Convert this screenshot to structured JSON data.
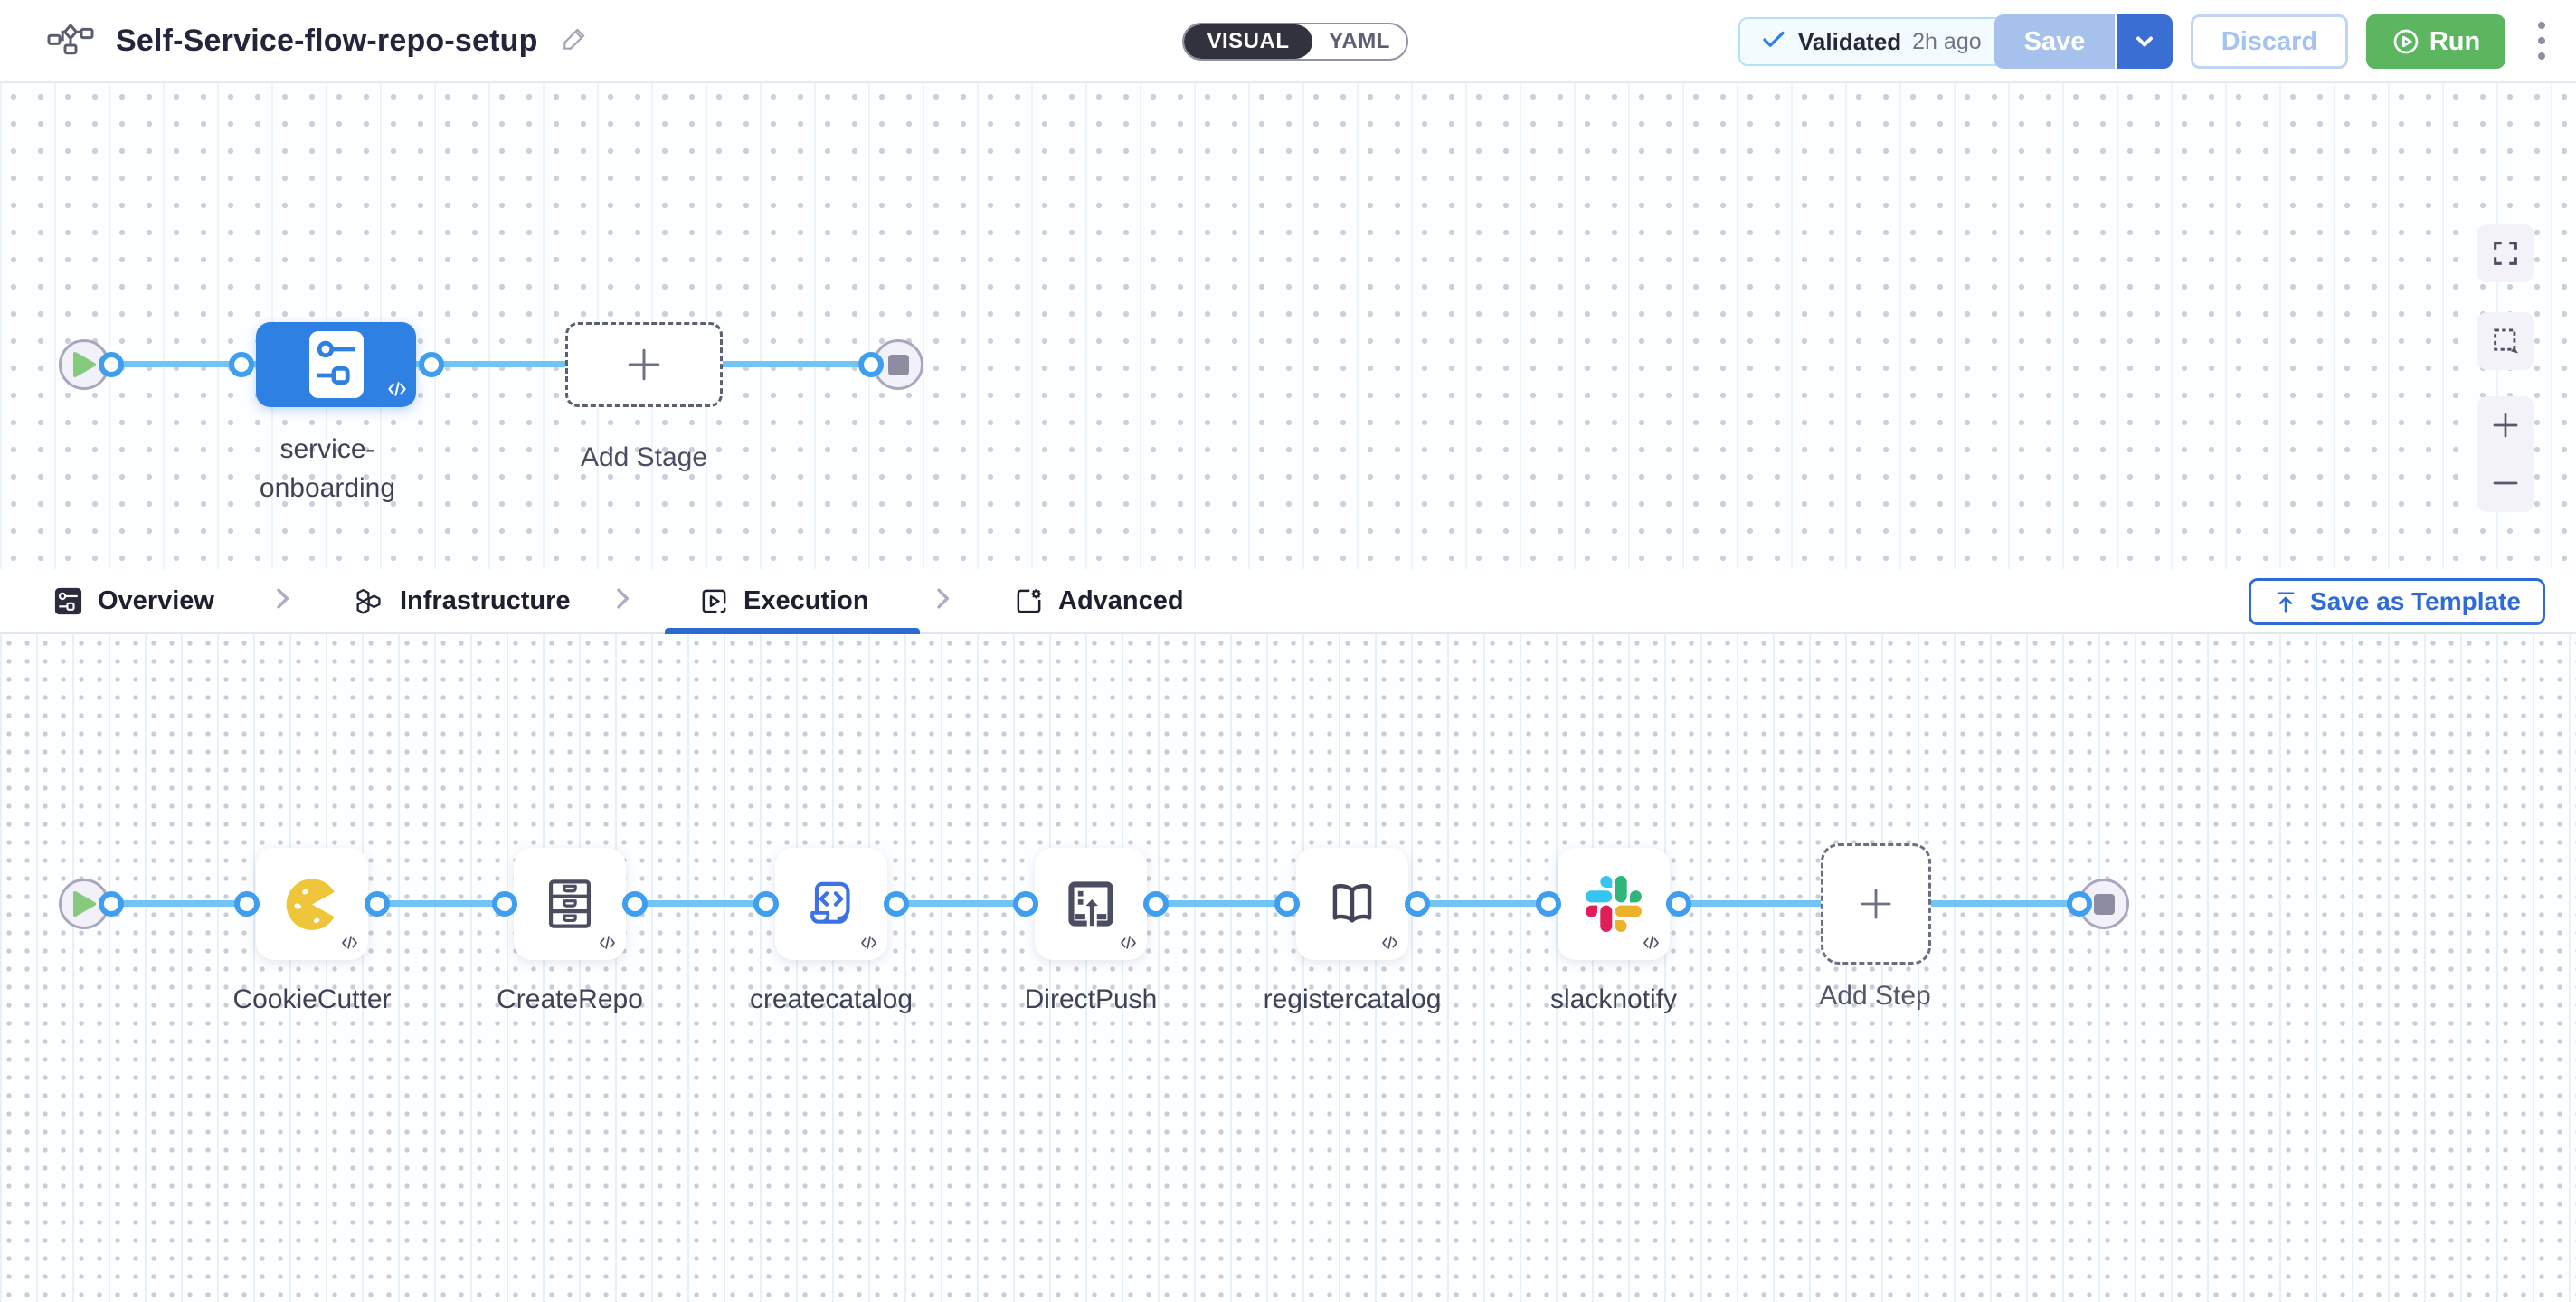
{
  "header": {
    "title": "Self-Service-flow-repo-setup",
    "mode_toggle": {
      "visual": "VISUAL",
      "yaml": "YAML"
    },
    "validation": {
      "label": "Validated",
      "time": "2h ago",
      "icon": "check-icon"
    },
    "actions": {
      "save": "Save",
      "discard": "Discard",
      "run": "Run"
    },
    "icons": {
      "pipeline": "flowchart-icon",
      "edit": "pencil-icon",
      "menu": "kebab-menu-icon"
    }
  },
  "colors": {
    "primary_blue": "#2f80e3",
    "connector_blue": "#72c4f2",
    "port_ring": "#3f9fee",
    "run_green": "#5cb660",
    "save_disabled": "#a6c2ec",
    "save_chevron": "#3a6ed3",
    "tab_underline": "#2b6bd0",
    "template_blue": "#2f6bd6",
    "cookie_yellow": "#efc53b",
    "slate_icon": "#4b4d61",
    "toggle_dark": "#32323f",
    "badge_border": "#b3e2f7"
  },
  "stage_canvas": {
    "stage": {
      "label": "service-onboarding",
      "icon": "stage-pipeline-icon"
    },
    "add_stage_label": "Add Stage",
    "controls": [
      "fullscreen-icon",
      "marquee-select-icon",
      "zoom-in-icon",
      "zoom-out-icon"
    ]
  },
  "tabs": {
    "items": [
      {
        "label": "Overview",
        "icon": "stage-glyph-icon",
        "active": false
      },
      {
        "label": "Infrastructure",
        "icon": "hexagons-icon",
        "active": false
      },
      {
        "label": "Execution",
        "icon": "play-square-icon",
        "active": true
      },
      {
        "label": "Advanced",
        "icon": "clipboard-gear-icon",
        "active": false
      }
    ],
    "save_as_template": "Save as Template"
  },
  "execution_canvas": {
    "steps": [
      {
        "label": "CookieCutter",
        "icon": "cookie-bite-icon"
      },
      {
        "label": "CreateRepo",
        "icon": "drawer-cabinet-icon"
      },
      {
        "label": "createcatalog",
        "icon": "code-scroll-icon"
      },
      {
        "label": "DirectPush",
        "icon": "upload-screen-icon"
      },
      {
        "label": "registercatalog",
        "icon": "open-book-icon"
      },
      {
        "label": "slacknotify",
        "icon": "slack-icon"
      }
    ],
    "add_step_label": "Add Step"
  }
}
